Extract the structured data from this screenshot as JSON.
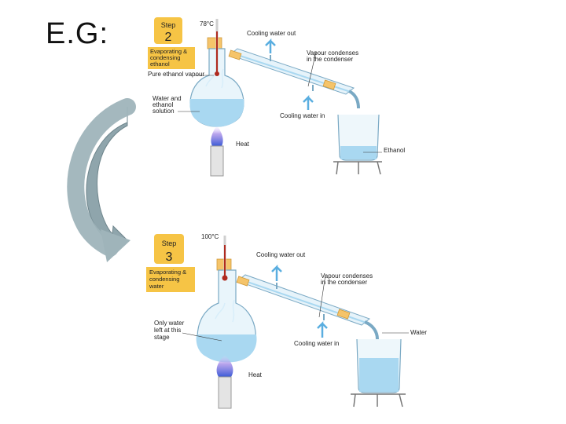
{
  "title": "E.G:",
  "colors": {
    "sticky": "#f6c445",
    "water": "#a9d8f1",
    "glass": "#e9f5fb",
    "glass_edge": "#7aa9c4",
    "arrow_blue": "#5aaee0",
    "thermo_red": "#b02a1f",
    "curved_arrow": "#8fa5ac",
    "flame": "#8f7fe0"
  },
  "step2": {
    "step_word": "Step",
    "step_number": "2",
    "stage_desc": [
      "Evaporating &",
      "condensing",
      "ethanol"
    ],
    "temperature": "78°C",
    "labels": {
      "vapour": "Pure ethanol vapour",
      "solution": [
        "Water and",
        "ethanol",
        "solution"
      ],
      "heat": "Heat",
      "cooling_out": "Cooling water out",
      "condenses": [
        "Vapour condenses",
        "in the condenser"
      ],
      "cooling_in": "Cooling water in",
      "product": "Ethanol"
    }
  },
  "step3": {
    "step_word": "Step",
    "step_number": "3",
    "stage_desc": [
      "Evaporating &",
      "condensing",
      "water"
    ],
    "temperature": "100°C",
    "labels": {
      "remaining": [
        "Only water",
        "left at this",
        "stage"
      ],
      "heat": "Heat",
      "cooling_out": "Cooling water out",
      "condenses": [
        "Vapour condenses",
        "in the condenser"
      ],
      "cooling_in": "Cooling water in",
      "product": "Water"
    }
  }
}
